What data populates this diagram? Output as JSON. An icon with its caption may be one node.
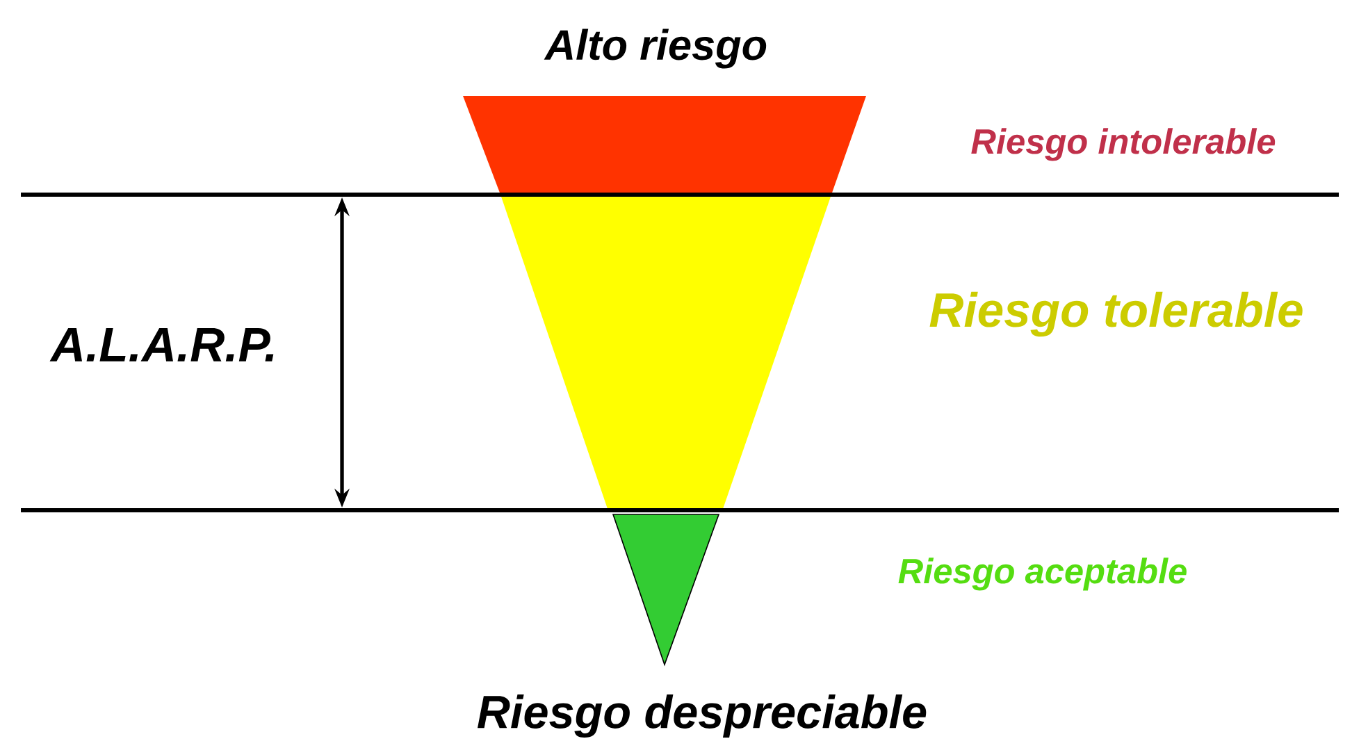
{
  "diagram": {
    "labels": [
      "Alto riesgo",
      "Riesgo intolerable",
      "Riesgo tolerable",
      "A.L.A.R.P.",
      "Riesgo aceptable",
      "Riesgo despreciable"
    ]
  }
}
